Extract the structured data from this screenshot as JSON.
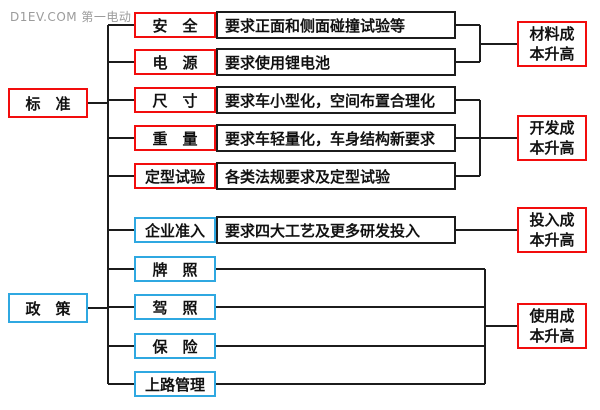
{
  "watermark": "D1EV.COM 第一电动",
  "colors": {
    "category_red": "#f20d0d",
    "category_blue": "#2fa8e1",
    "line_black": "#1c1c1c",
    "watermark_gray": "#9b9b9b"
  },
  "roots": [
    {
      "label": "标　准",
      "type": "red"
    },
    {
      "label": "政　策",
      "type": "blue"
    }
  ],
  "rows": [
    {
      "label": "安　全",
      "type": "red",
      "desc": "要求正面和侧面碰撞试验等"
    },
    {
      "label": "电　源",
      "type": "red",
      "desc": "要求使用锂电池"
    },
    {
      "label": "尺　寸",
      "type": "red",
      "desc": "要求车小型化，空间布置合理化"
    },
    {
      "label": "重　量",
      "type": "red",
      "desc": "要求车轻量化，车身结构新要求"
    },
    {
      "label": "定型试验",
      "type": "red",
      "desc": "各类法规要求及定型试验"
    },
    {
      "label": "企业准入",
      "type": "blue",
      "desc": "要求四大工艺及更多研发投入"
    },
    {
      "label": "牌　照",
      "type": "blue",
      "desc": ""
    },
    {
      "label": "驾　照",
      "type": "blue",
      "desc": ""
    },
    {
      "label": "保　险",
      "type": "blue",
      "desc": ""
    },
    {
      "label": "上路管理",
      "type": "blue",
      "desc": ""
    }
  ],
  "results": [
    {
      "label": "材料成本升高",
      "lines": [
        "材料成",
        "本升高"
      ]
    },
    {
      "label": "开发成本升高",
      "lines": [
        "开发成",
        "本升高"
      ]
    },
    {
      "label": "投入成本升高",
      "lines": [
        "投入成",
        "本升高"
      ]
    },
    {
      "label": "使用成本升高",
      "lines": [
        "使用成",
        "本升高"
      ]
    }
  ]
}
